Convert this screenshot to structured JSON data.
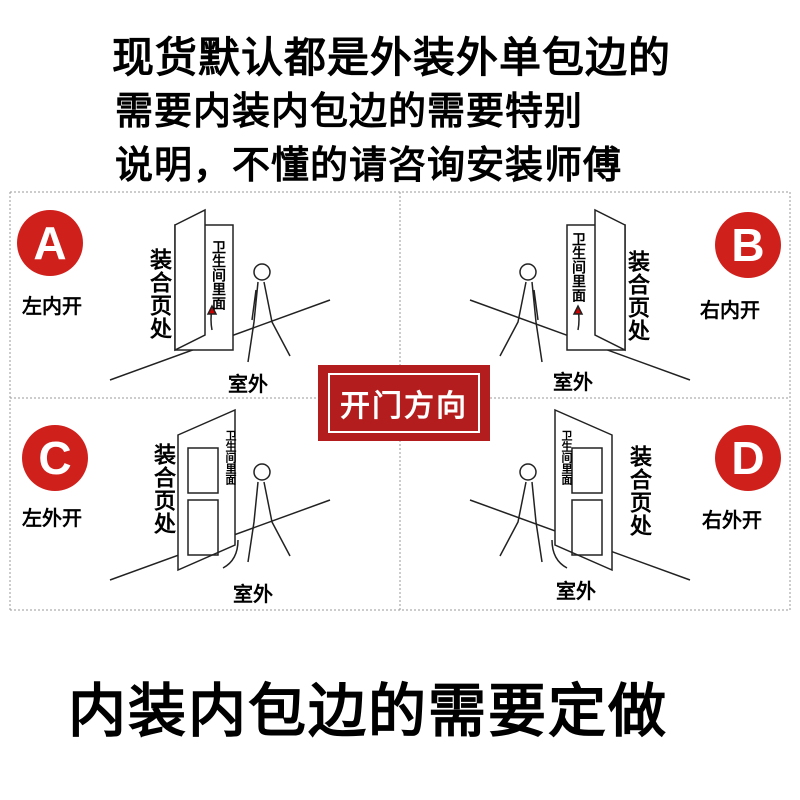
{
  "header": {
    "line1": "现货默认都是外装外单包边的",
    "line2": "需要内装内包边的需要特别",
    "line3": "说明，不懂的请咨询安装师傅"
  },
  "center_label": "开门方向",
  "quadrants": [
    {
      "letter": "A",
      "label": "左内开",
      "hinge": "装合页处",
      "inside": "卫生间里面",
      "outside": "室外"
    },
    {
      "letter": "B",
      "label": "右内开",
      "hinge": "装合页处",
      "inside": "卫生间里面",
      "outside": "室外"
    },
    {
      "letter": "C",
      "label": "左外开",
      "hinge": "装合页处",
      "inside": "卫生间里面",
      "outside": "室外"
    },
    {
      "letter": "D",
      "label": "右外开",
      "hinge": "装合页处",
      "inside": "卫生间里面",
      "outside": "室外"
    }
  ],
  "footer": "内装内包边的需要定做",
  "colors": {
    "accent_red": "#d0201c",
    "center_red": "#b41d1d"
  }
}
